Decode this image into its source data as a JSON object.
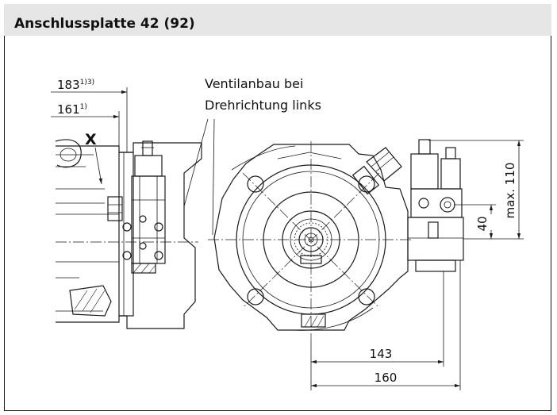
{
  "title": "Anschlussplatte 42 (92)",
  "annotation": {
    "line1": "Ventilanbau bei",
    "line2": "Drehrichtung links"
  },
  "view_label": "X",
  "dimensions": {
    "d183": "183",
    "d183_sup": "1)3)",
    "d161": "161",
    "d161_sup": "1)",
    "d143": "143",
    "d160": "160",
    "d40": "40",
    "dmax110": "max. 110"
  },
  "colors": {
    "line": "#1a1a1a",
    "header_bg": "#e6e6e6"
  }
}
